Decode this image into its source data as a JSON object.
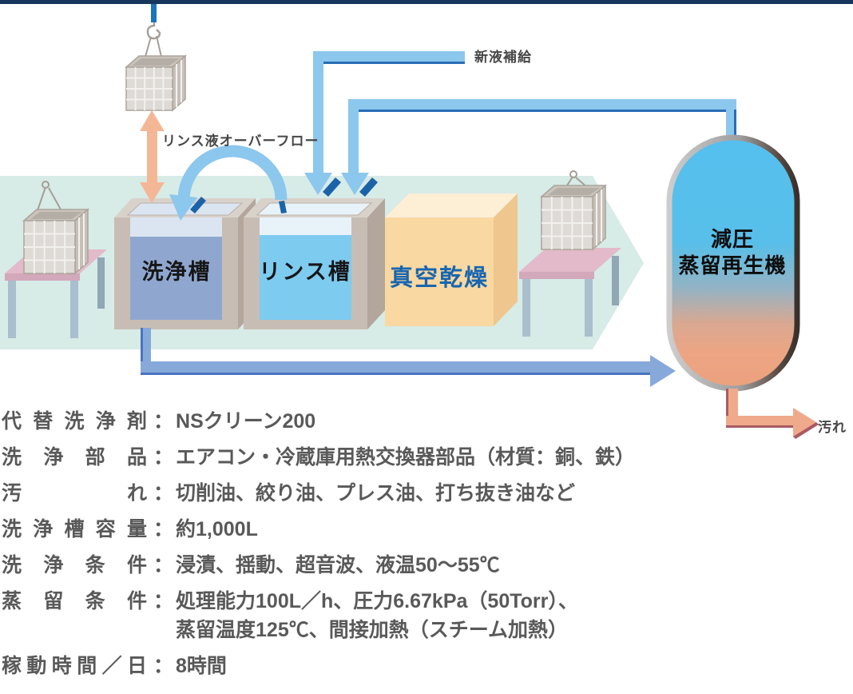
{
  "diagram": {
    "equipment": {
      "wash_tank": "洗浄槽",
      "rinse_tank": "リンス槽",
      "vacuum_dryer": "真空乾燥",
      "regenerator_line1": "減圧",
      "regenerator_line2": "蒸留再生機"
    },
    "flow_labels": {
      "fresh_solvent": "新液補給",
      "rinse_overflow": "リンス液オーバーフロー",
      "waste": "汚れ"
    },
    "colors": {
      "band": "#d7ebe7",
      "wash_liquid": "#8fa7cf",
      "rinse_liquid": "#7ecbf0",
      "dryer_box": "#f9d8a1",
      "pipe_blue": "#8cc7ed",
      "pipe_accent": "#1b63a9",
      "return_pipe": "#87a9da",
      "orange": "#f4b795",
      "capsule_top": "#55bfee",
      "capsule_bottom": "#eda583",
      "spec_text": "#595959"
    }
  },
  "specs": {
    "separator": "：",
    "rows": [
      {
        "label": "代替洗浄剤",
        "value": "NSクリーン200"
      },
      {
        "label": "洗浄部品",
        "value": "エアコン・冷蔵庫用熱交換器部品（材質：銅、鉄）"
      },
      {
        "label": "汚れ",
        "value": "切削油、絞り油、プレス油、打ち抜き油など"
      },
      {
        "label": "洗浄槽容量",
        "value": "約1,000L"
      },
      {
        "label": "洗浄条件",
        "value": "浸漬、揺動、超音波、液温50～55℃"
      },
      {
        "label": "蒸留条件",
        "value": "処理能力100L／h、圧力6.67kPa（50Torr）、\n蒸留温度125℃、間接加熱（スチーム加熱）"
      },
      {
        "label": "稼動時間／日",
        "value": "8時間"
      }
    ]
  }
}
